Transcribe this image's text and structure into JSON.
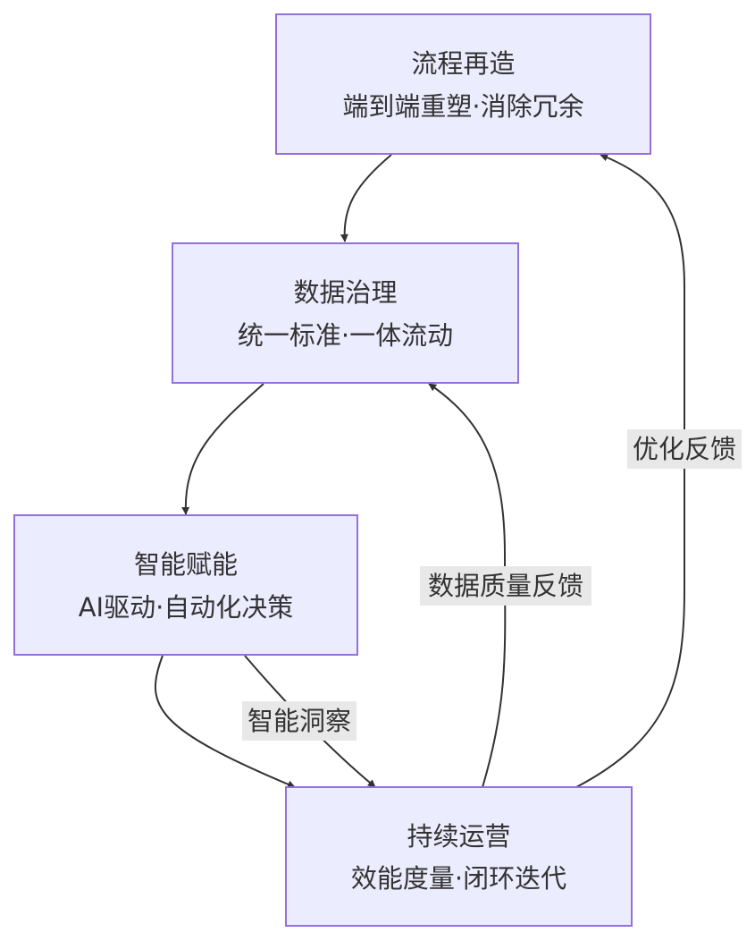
{
  "nodes": {
    "process": {
      "title": "流程再造",
      "subtitle": "端到端重塑·消除冗余"
    },
    "data": {
      "title": "数据治理",
      "subtitle": "统一标准·一体流动"
    },
    "ai": {
      "title": "智能赋能",
      "subtitle": "AI驱动·自动化决策"
    },
    "ops": {
      "title": "持续运营",
      "subtitle": "效能度量·闭环迭代"
    }
  },
  "edges": {
    "ai_to_ops_insight": {
      "label": "智能洞察"
    },
    "ops_to_data_feedback": {
      "label": "数据质量反馈"
    },
    "ops_to_process_feedback": {
      "label": "优化反馈"
    }
  },
  "colors": {
    "node_fill": "#ececff",
    "node_stroke": "#9370db",
    "edge": "#333333",
    "label_bg": "#e8e8e8",
    "text": "#333333"
  }
}
